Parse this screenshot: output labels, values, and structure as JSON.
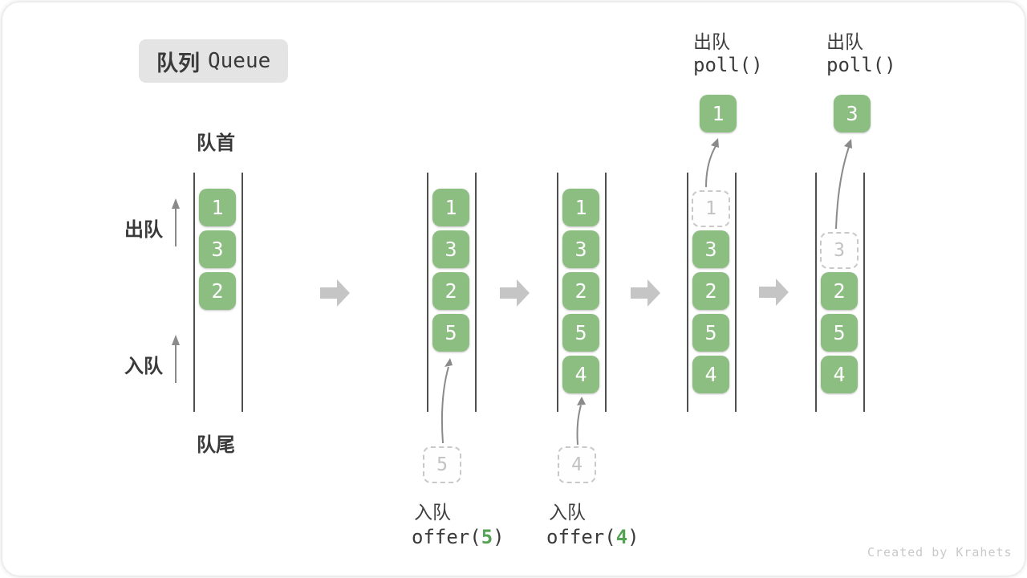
{
  "title": {
    "zh": "队列",
    "en": "Queue"
  },
  "labels": {
    "front": "队首",
    "rear": "队尾",
    "dequeue": "出队",
    "enqueue": "入队"
  },
  "queues": [
    {
      "name": "state-initial",
      "cells": [
        "1",
        "3",
        "2"
      ]
    },
    {
      "name": "state-after-offer5",
      "cells": [
        "1",
        "3",
        "2",
        "5"
      ]
    },
    {
      "name": "state-after-offer4",
      "cells": [
        "1",
        "3",
        "2",
        "5",
        "4"
      ]
    },
    {
      "name": "state-after-poll1",
      "dashed": "1",
      "cells": [
        "3",
        "2",
        "5",
        "4"
      ],
      "popped": "1"
    },
    {
      "name": "state-after-poll3",
      "dashed": "3",
      "cells": [
        "2",
        "5",
        "4"
      ],
      "popped": "3"
    }
  ],
  "operations": {
    "enqueue5": {
      "label": "入队",
      "pending": "5",
      "code_fn": "offer(",
      "code_arg": "5",
      "code_close": ")"
    },
    "enqueue4": {
      "label": "入队",
      "pending": "4",
      "code_fn": "offer(",
      "code_arg": "4",
      "code_close": ")"
    },
    "dequeue1": {
      "label": "出队",
      "code": "poll()"
    },
    "dequeue2": {
      "label": "出队",
      "code": "poll()"
    }
  },
  "watermark": "Created by Krahets",
  "colors": {
    "cell_green": "#8cbe82",
    "code_arg_green": "#56a253",
    "wall_dark": "#4f4f4f",
    "block_arrow_gray": "#c5c5c5",
    "badge_bg": "#e4e4e4",
    "dashed_gray": "#c9c9c9"
  }
}
